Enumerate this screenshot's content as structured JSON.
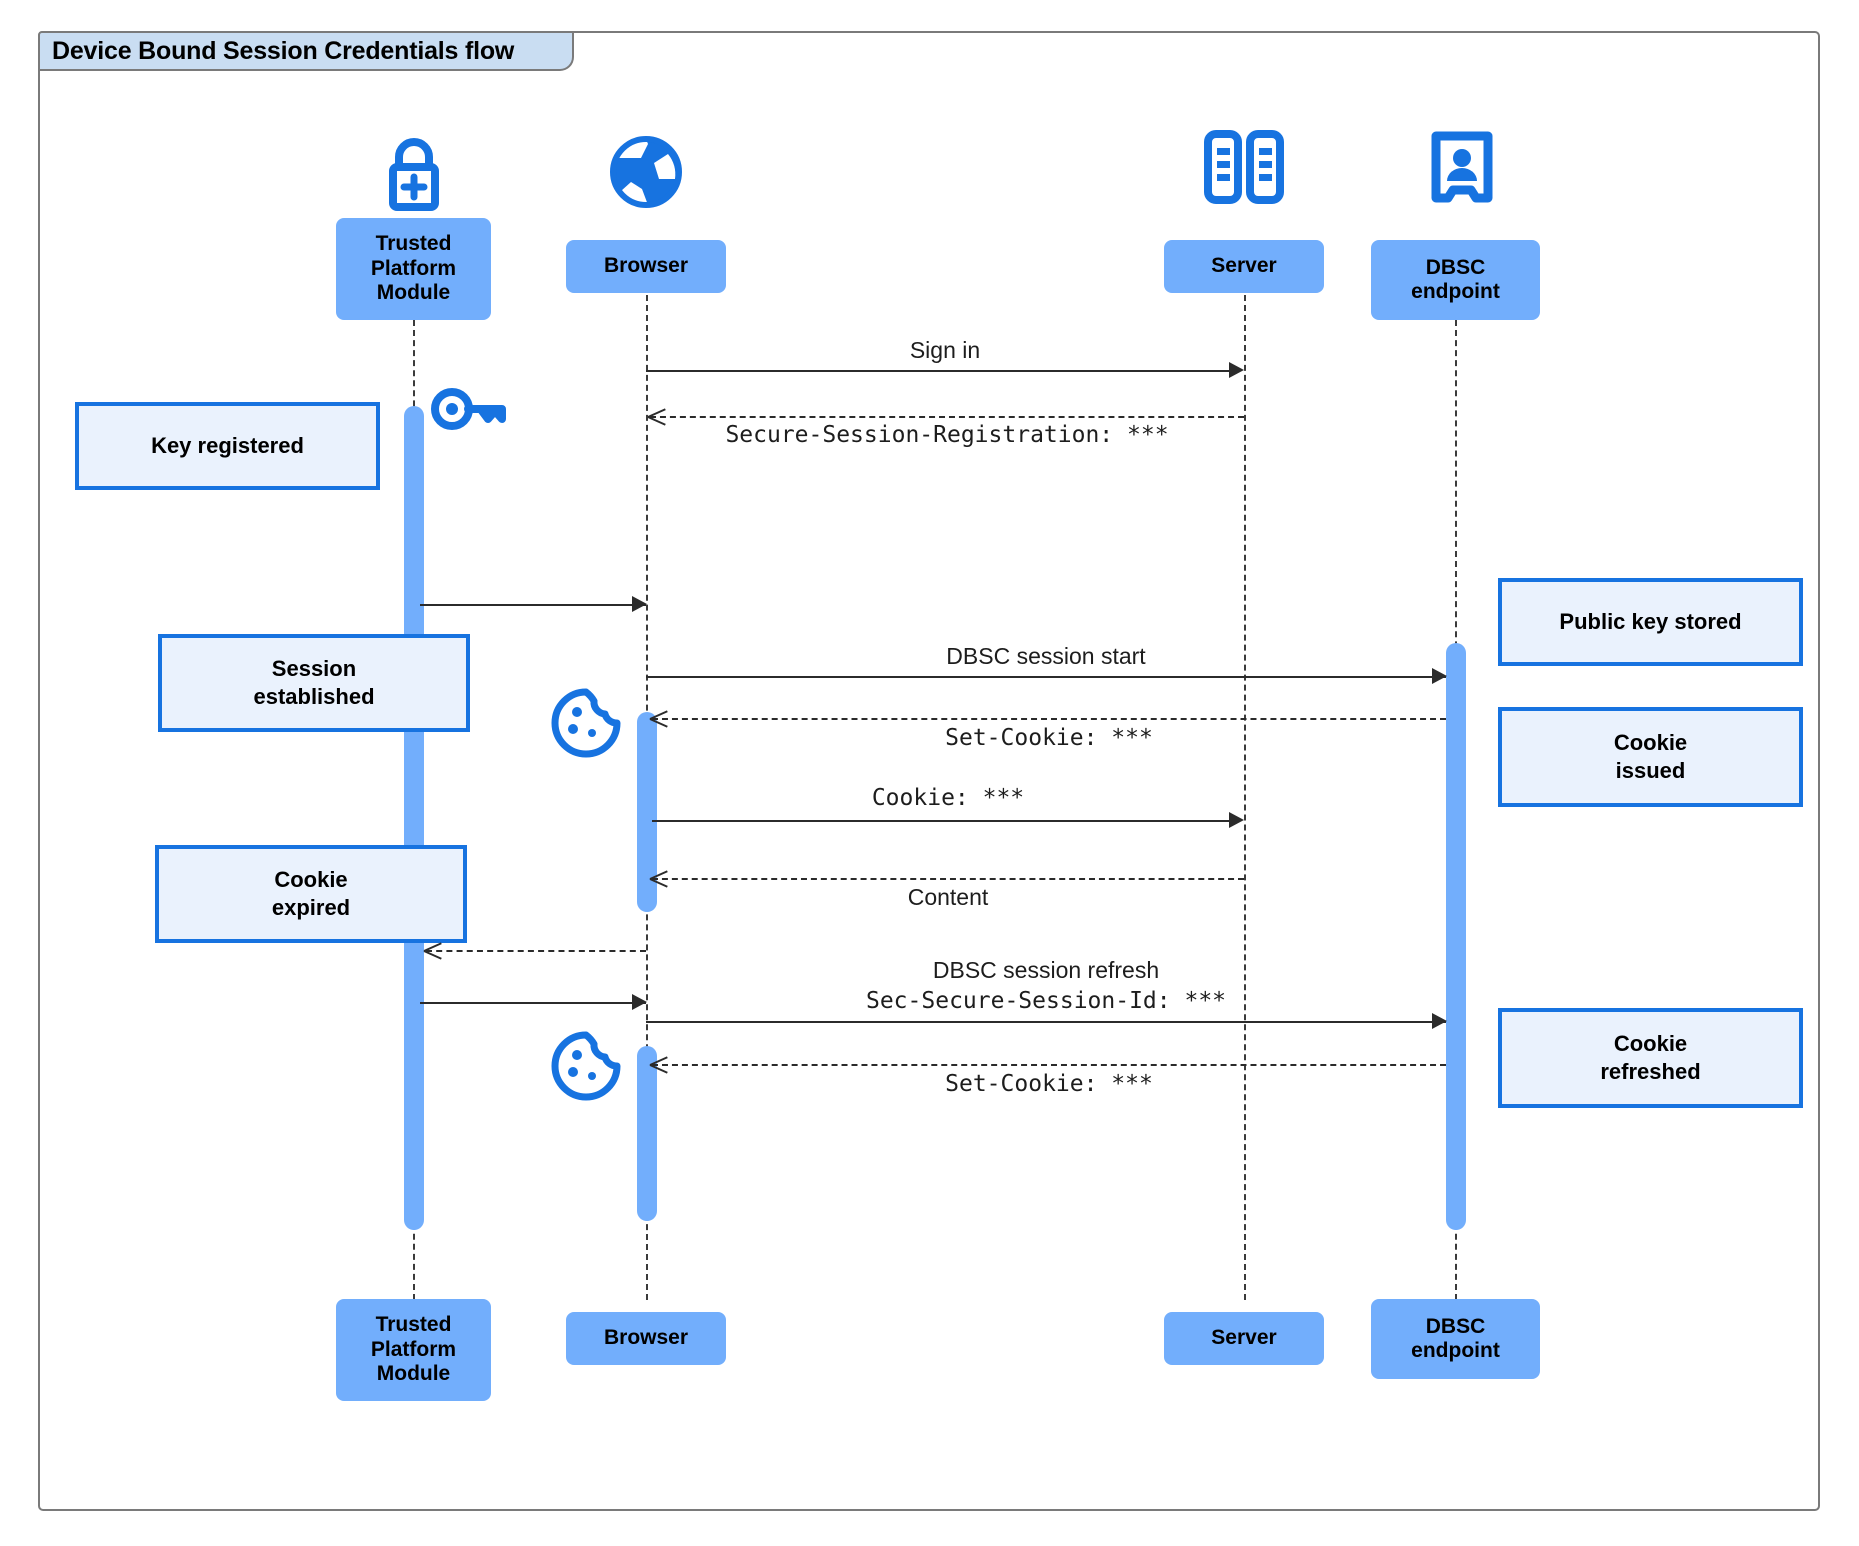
{
  "frame": {
    "title": "Device Bound Session Credentials flow"
  },
  "colors": {
    "participant_fill": "#72aefc",
    "note_fill": "#eaf2fd",
    "note_border": "#1773e0",
    "icon_blue": "#1773e0",
    "activation_fill": "#72aefc",
    "frame_border": "#7a7a7a",
    "frame_title_fill": "#c9ddf2",
    "line": "#2b2b2b"
  },
  "participants": [
    {
      "id": "tpm",
      "label": "Trusted\nPlatform\nModule",
      "icon": "lock-plus-icon"
    },
    {
      "id": "browser",
      "label": "Browser",
      "icon": "globe-icon"
    },
    {
      "id": "server",
      "label": "Server",
      "icon": "server-rack-icon"
    },
    {
      "id": "dbsc",
      "label": "DBSC\nendpoint",
      "icon": "id-badge-icon"
    }
  ],
  "footers": [
    {
      "id": "tpm",
      "label": "Trusted\nPlatform\nModule"
    },
    {
      "id": "browser",
      "label": "Browser"
    },
    {
      "id": "server",
      "label": "Server"
    },
    {
      "id": "dbsc",
      "label": "DBSC\nendpoint"
    }
  ],
  "messages": [
    {
      "id": "m1",
      "text": "Sign in",
      "style": "sans",
      "from": "browser",
      "to": "server",
      "line": "solid"
    },
    {
      "id": "m2",
      "text": "Secure-Session-Registration: ***",
      "style": "mono",
      "from": "server",
      "to": "browser",
      "line": "dashed"
    },
    {
      "id": "m3",
      "text": "",
      "style": "sans",
      "from": "tpm",
      "to": "browser",
      "line": "solid"
    },
    {
      "id": "m4",
      "text": "DBSC session start",
      "style": "sans",
      "from": "browser",
      "to": "dbsc",
      "line": "solid"
    },
    {
      "id": "m5",
      "text": "Set-Cookie: ***",
      "style": "mono",
      "from": "dbsc",
      "to": "browser",
      "line": "dashed"
    },
    {
      "id": "m6",
      "text": "Cookie: ***",
      "style": "mono",
      "from": "browser",
      "to": "server",
      "line": "solid"
    },
    {
      "id": "m7",
      "text": "Content",
      "style": "sans",
      "from": "server",
      "to": "browser",
      "line": "dashed"
    },
    {
      "id": "m8",
      "text": "",
      "style": "sans",
      "from": "browser",
      "to": "tpm",
      "line": "dashed"
    },
    {
      "id": "m9",
      "text": "DBSC session refresh",
      "style": "sans",
      "from": "tpm",
      "to": "browser",
      "line": "solid"
    },
    {
      "id": "m10",
      "text": "Sec-Secure-Session-Id: ***",
      "style": "mono",
      "from": "browser",
      "to": "dbsc",
      "line": "solid"
    },
    {
      "id": "m11",
      "text": "Set-Cookie: ***",
      "style": "mono",
      "from": "dbsc",
      "to": "browser",
      "line": "dashed"
    }
  ],
  "notes": [
    {
      "id": "n1",
      "text": "Key registered",
      "side": "left"
    },
    {
      "id": "n2",
      "text": "Session\nestablished",
      "side": "left"
    },
    {
      "id": "n3",
      "text": "Cookie\nexpired",
      "side": "left"
    },
    {
      "id": "n4",
      "text": "Public key stored",
      "side": "right"
    },
    {
      "id": "n5",
      "text": "Cookie\nissued",
      "side": "right"
    },
    {
      "id": "n6",
      "text": "Cookie\nrefreshed",
      "side": "right"
    }
  ],
  "inline_icons": [
    {
      "id": "i1",
      "name": "key-icon",
      "near": "tpm"
    },
    {
      "id": "i2",
      "name": "cookie-icon",
      "near": "browser"
    },
    {
      "id": "i3",
      "name": "cookie-icon",
      "near": "browser"
    }
  ]
}
